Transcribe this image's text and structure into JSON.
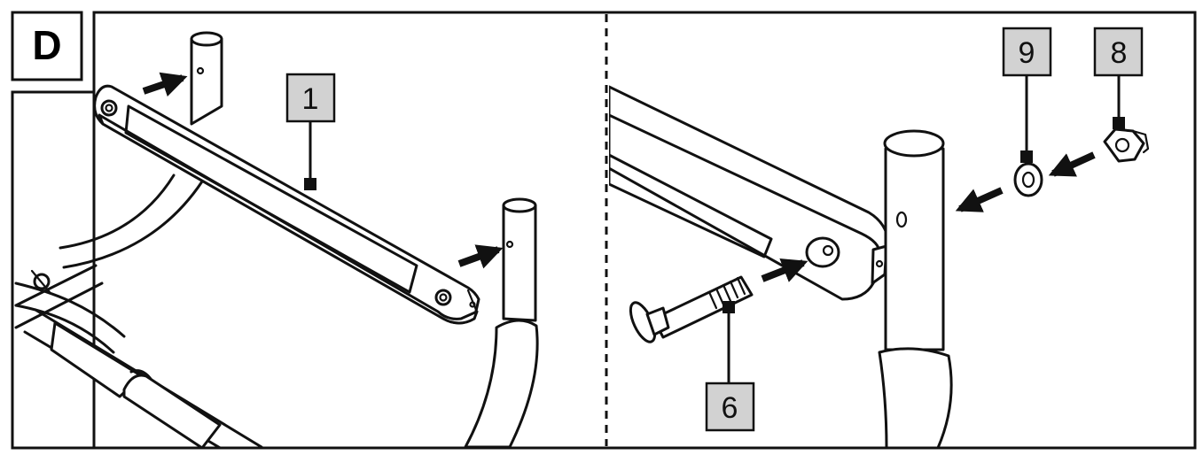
{
  "step_badge": "D",
  "part_labels": {
    "p1": "1",
    "p6": "6",
    "p8": "8",
    "p9": "9"
  },
  "colors": {
    "line": "#111111",
    "label_fill": "#d2d2d2",
    "background": "#ffffff"
  }
}
